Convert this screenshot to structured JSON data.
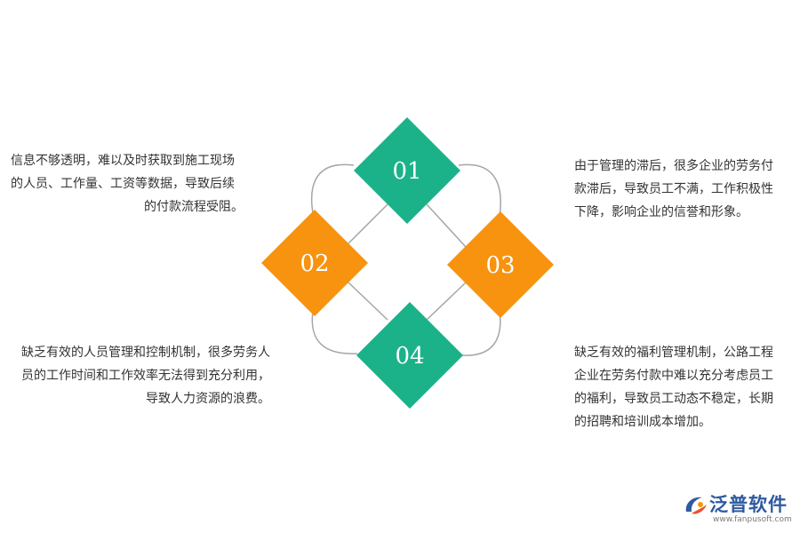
{
  "diagram": {
    "nodes": [
      {
        "id": "01",
        "label": "01",
        "color": "#1bb28a"
      },
      {
        "id": "02",
        "label": "02",
        "color": "#f7930f"
      },
      {
        "id": "03",
        "label": "03",
        "color": "#f7930f"
      },
      {
        "id": "04",
        "label": "04",
        "color": "#1bb28a"
      }
    ],
    "connector_color": "#a6a6a6"
  },
  "texts": {
    "t1": [
      "信息不够透明，难以及时获取到施工现场",
      "的人员、工作量、工资等数据，导致后续",
      "的付款流程受阻。"
    ],
    "t2": [
      "缺乏有效的人员管理和控制机制，很多劳务人",
      "员的工作时间和工作效率无法得到充分利用，",
      "导致人力资源的浪费。"
    ],
    "t3": [
      "由于管理的滞后，很多企业的劳务付",
      "款滞后，导致员工不满，工作积极性",
      "下降，影响企业的信誉和形象。"
    ],
    "t4": [
      "缺乏有效的福利管理机制，公路工程",
      "企业在劳务付款中难以充分考虑员工",
      "的福利，导致员工动态不稳定，长期",
      "的招聘和培训成本增加。"
    ]
  },
  "logo": {
    "name": "泛普软件",
    "url": "www.fanpusoft.com",
    "color": "#2d5aa0",
    "icon": "fanpu-logo-icon"
  }
}
